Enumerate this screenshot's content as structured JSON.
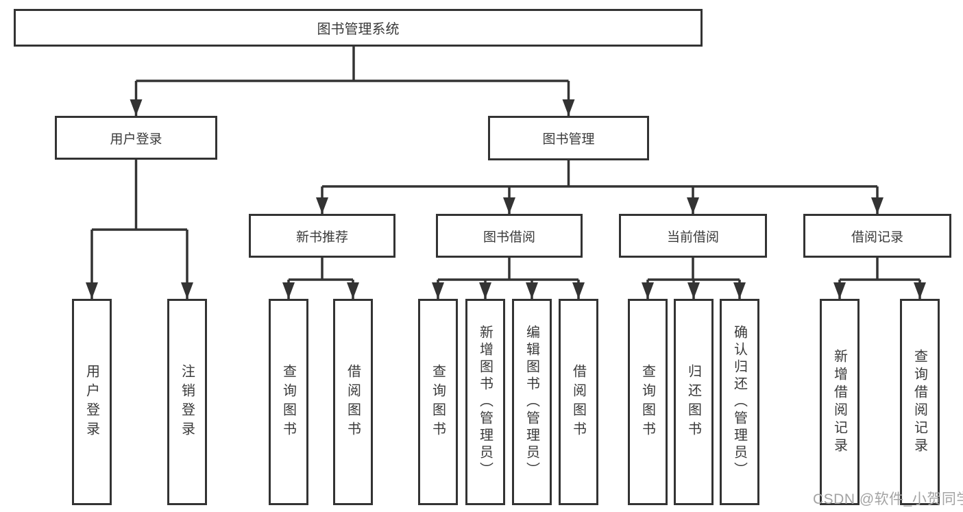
{
  "tree": {
    "root": "图书管理系统",
    "level2": [
      "用户登录",
      "图书管理"
    ],
    "level3": [
      "新书推荐",
      "图书借阅",
      "当前借阅",
      "借阅记录"
    ],
    "leaves": {
      "user_login": [
        "用户登录",
        "注销登录"
      ],
      "new_book": [
        "查询图书",
        "借阅图书"
      ],
      "book_borrow": [
        "查询图书",
        "新增图书（管理员）",
        "编辑图书（管理员）",
        "借阅图书"
      ],
      "current_borrow": [
        "查询图书",
        "归还图书",
        "确认归还（管理员）"
      ],
      "borrow_records": [
        "新增借阅记录",
        "查询借阅记录"
      ]
    }
  },
  "watermark": "CSDN @软件_小贺同学",
  "colors": {
    "line": "#333333",
    "border": "#333333",
    "text": "#3a3a3a",
    "watermark": "#a3a3a3",
    "background": "#ffffff"
  }
}
